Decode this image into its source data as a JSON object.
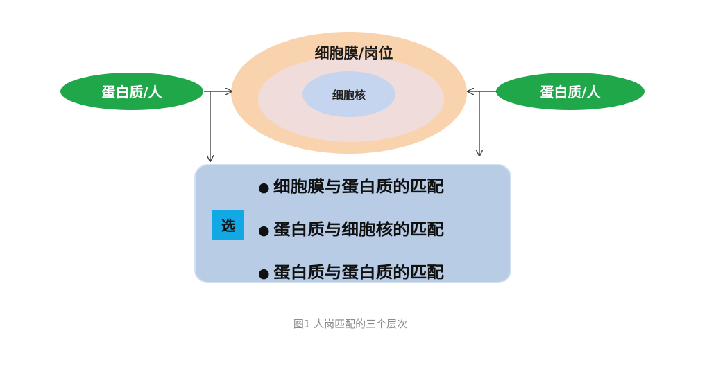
{
  "diagram": {
    "outer_label": "细胞膜/岗位",
    "nucleus_label": "细胞核",
    "left_node_label": "蛋白质/人",
    "right_node_label": "蛋白质/人",
    "select_label": "选",
    "items": [
      "细胞膜与蛋白质的匹配",
      "蛋白质与细胞核的匹配",
      "蛋白质与蛋白质的匹配"
    ],
    "bullet": "●",
    "caption": "图1 人岗匹配的三个层次",
    "colors": {
      "outer_ring": "#f9d3ae",
      "middle_ring": "#f1dcdc",
      "nucleus": "#c6d5ef",
      "green_node": "#1fa74a",
      "box_fill": "#b8cce6",
      "box_border": "#d3e0ef",
      "select_tag": "#12a8e4",
      "connector": "#444444"
    }
  }
}
